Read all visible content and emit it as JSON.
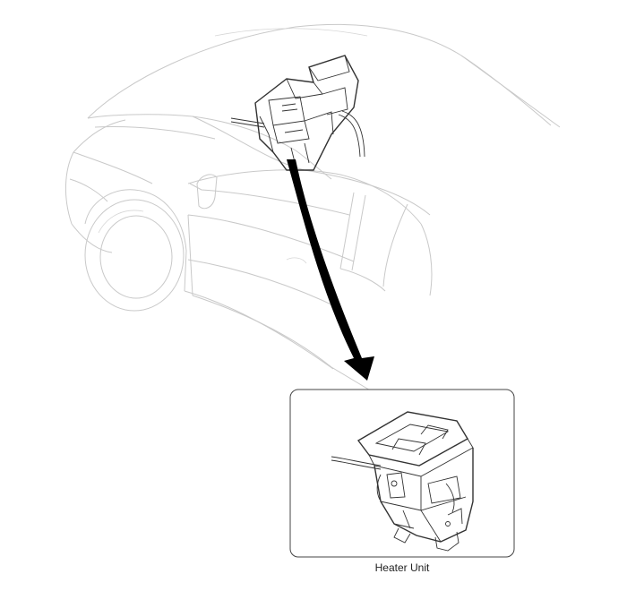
{
  "figure": {
    "callout_label": "Heater Unit",
    "colors": {
      "car_outline": "#c9c9c9",
      "component_outline": "#333333",
      "pointer_arrow": "#000000",
      "inset_border": "#444444"
    },
    "icons": [
      "car-outline",
      "heater-unit-drawing",
      "pointer-arrow"
    ]
  }
}
